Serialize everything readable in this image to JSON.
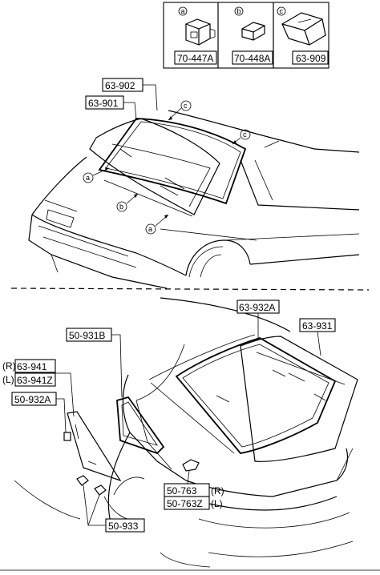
{
  "inset": {
    "items": [
      {
        "letter": "a",
        "part": "70-447A",
        "icon": "clip-a-icon"
      },
      {
        "letter": "b",
        "part": "70-448A",
        "icon": "spacer-b-icon"
      },
      {
        "letter": "c",
        "part": "63-909",
        "icon": "block-c-icon"
      }
    ]
  },
  "windshield": {
    "seal": "63-902",
    "glass": "63-901",
    "callouts": [
      "a",
      "b",
      "a",
      "c",
      "c"
    ]
  },
  "rear": {
    "seal": "63-932A",
    "glass": "63-931",
    "quarter_seal": "50-931B",
    "quarter_glass_r": "63-941",
    "quarter_glass_l": "63-941Z",
    "side_r": "(R)",
    "side_l": "(L)",
    "quarter_molding": "50-932A",
    "clip_r": "50-763",
    "clip_l": "50-763Z",
    "clip_side_r": "(R)",
    "clip_side_l": "(L)",
    "fastener": "50-933"
  }
}
